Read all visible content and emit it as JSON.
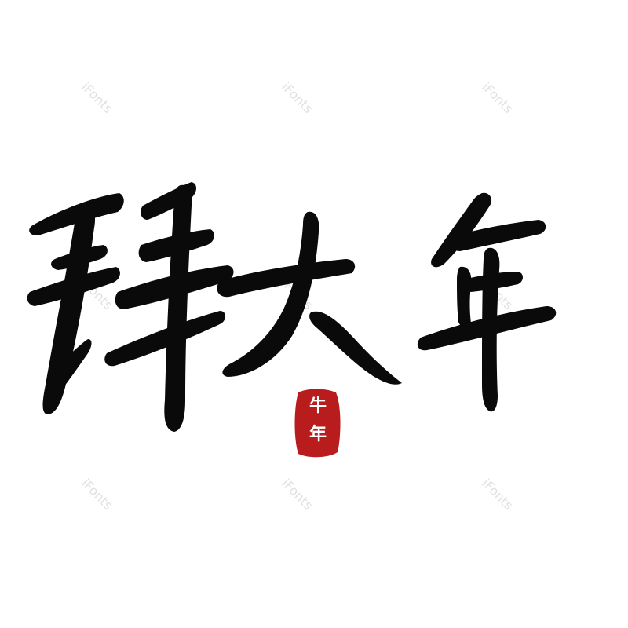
{
  "artwork": {
    "title_text": "拜大年",
    "ink_color": "#0a0a0a",
    "background_color": "#ffffff"
  },
  "seal": {
    "text": "牛年",
    "color": "#b81c1c"
  },
  "watermark": {
    "text": "iFonts"
  }
}
